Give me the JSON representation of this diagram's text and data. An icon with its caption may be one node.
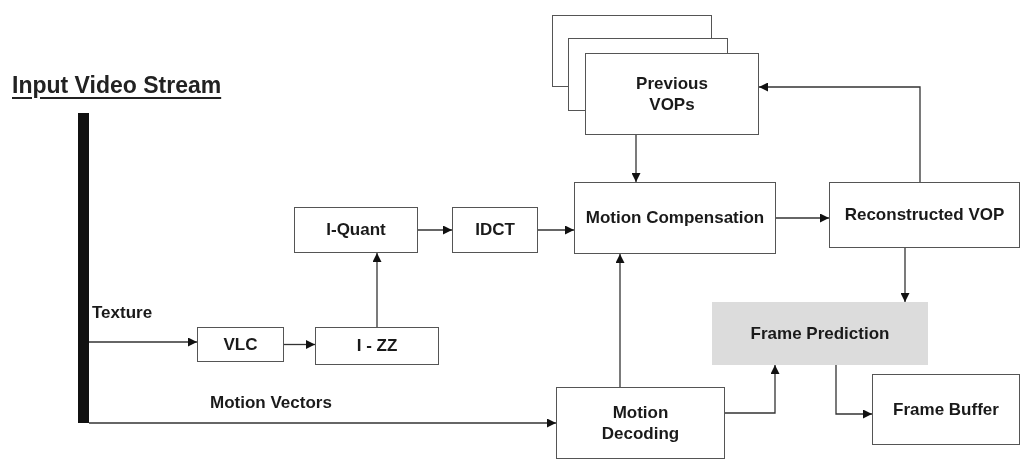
{
  "diagram": {
    "title": "Input Video Stream",
    "nodes": [
      {
        "text": [],
        "shape": "bar"
      },
      {
        "text": [
          "VLC"
        ]
      },
      {
        "text": [
          "I - ZZ"
        ]
      },
      {
        "text": [
          "I-Quant"
        ]
      },
      {
        "text": [
          "IDCT"
        ]
      },
      {
        "text": [
          "Previous VOPs"
        ]
      },
      {
        "text": [
          "Motion Compensation"
        ]
      },
      {
        "text": [
          "Reconstructed VOP"
        ]
      },
      {
        "text": [
          "Frame Prediction"
        ]
      },
      {
        "text": [
          "Motion Decoding"
        ]
      },
      {
        "text": [
          "Frame Buffer"
        ]
      }
    ],
    "edges": [
      {
        "from": 0,
        "to": 1,
        "arrow": "to",
        "label": "Texture"
      },
      {
        "from": 0,
        "to": 9,
        "arrow": "to",
        "label": "Motion Vectors"
      },
      {
        "from": 1,
        "to": 2,
        "arrow": "to"
      },
      {
        "from": 2,
        "to": 3,
        "arrow": "to"
      },
      {
        "from": 3,
        "to": 4,
        "arrow": "to"
      },
      {
        "from": 4,
        "to": 6,
        "arrow": "to"
      },
      {
        "from": 5,
        "to": 6,
        "arrow": "to"
      },
      {
        "from": 6,
        "to": 7,
        "arrow": "to"
      },
      {
        "from": 7,
        "to": 5,
        "arrow": "to"
      },
      {
        "from": 7,
        "to": 8,
        "arrow": "to"
      },
      {
        "from": 9,
        "to": 6,
        "arrow": "to"
      },
      {
        "from": 9,
        "to": 8,
        "arrow": "to"
      },
      {
        "from": 8,
        "to": 10,
        "arrow": "to"
      }
    ]
  }
}
